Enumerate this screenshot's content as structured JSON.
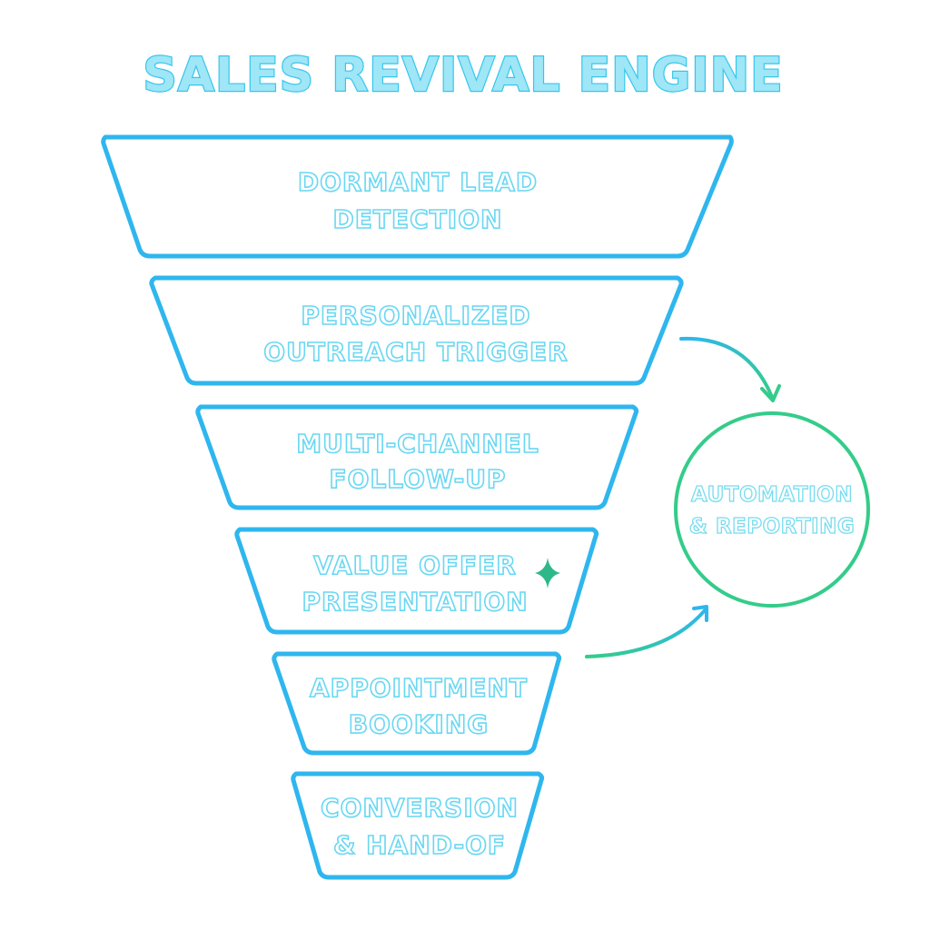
{
  "title": "SALES REVIVAL ENGINE",
  "stages": [
    {
      "line1": "DORMANT LEAD",
      "line2": "DETECTION"
    },
    {
      "line1": "PERSONALIZED",
      "line2": "OUTREACH TRIGGER"
    },
    {
      "line1": "MULTI-CHANNEL",
      "line2": "FOLLOW-UP"
    },
    {
      "line1": "VALUE OFFER",
      "line2": "PRESENTATION"
    },
    {
      "line1": "APPOINTMENT",
      "line2": "BOOKING"
    },
    {
      "line1": "CONVERSION",
      "line2": "& HAND-OF"
    }
  ],
  "side_node": {
    "line1": "AUTOMATION",
    "line2": "& REPORTING"
  },
  "icons": [
    "sparkle-icon"
  ],
  "colors": {
    "funnel_stroke": "#2fb6ee",
    "text_fill": "#ffffff",
    "text_outline": "#6ad7f2",
    "title": "#35c6ec",
    "circle_stroke": "#34cc8a",
    "sparkle": "#2eb88a"
  }
}
